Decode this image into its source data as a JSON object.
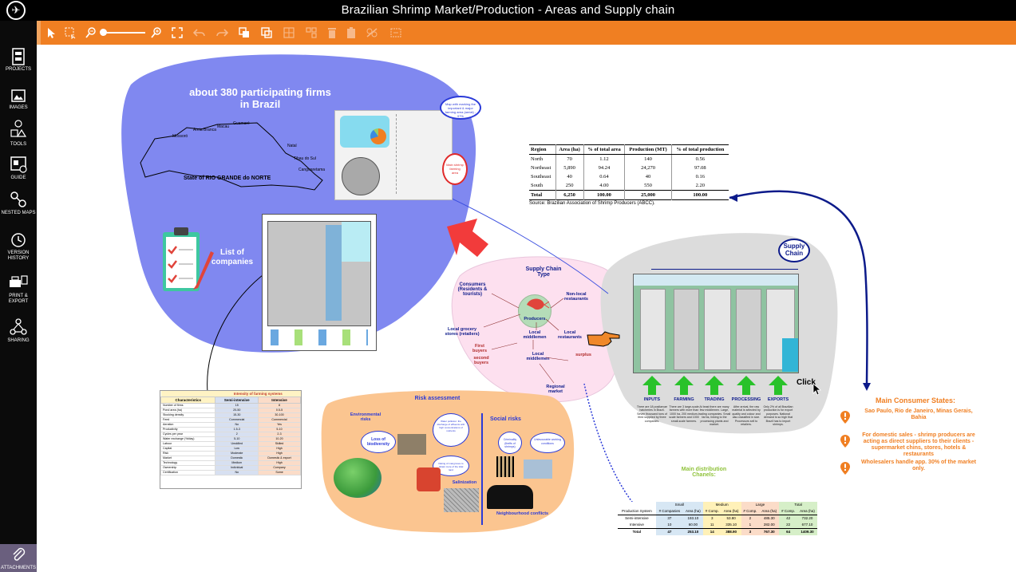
{
  "app": {
    "title": "Brazilian Shrimp Market/Production - Areas and Supply chain"
  },
  "sidebar": {
    "items": [
      {
        "label": "PROJECTS",
        "icon": "projects-icon"
      },
      {
        "label": "IMAGES",
        "icon": "images-icon"
      },
      {
        "label": "TOOLS",
        "icon": "tools-icon"
      },
      {
        "label": "GUIDE",
        "icon": "guide-icon"
      },
      {
        "label": "NESTED MAPS",
        "icon": "nested-maps-icon"
      },
      {
        "label": "VERSION HISTORY",
        "icon": "version-history-icon"
      },
      {
        "label": "PRINT & EXPORT",
        "icon": "print-export-icon"
      },
      {
        "label": "SHARING",
        "icon": "sharing-icon"
      },
      {
        "label": "ATTACHMENTS",
        "icon": "attachments-icon"
      }
    ]
  },
  "toolbar": {
    "zoom_level": 0.05
  },
  "map": {
    "firms_label": "about 380 participating firms in Brazil",
    "rn_labels": {
      "state": "State of RIO GRANDE do NORTE",
      "natal": "Natal",
      "tibau": "Tibau do Sul",
      "canguaretama": "Canguaretama",
      "mossoro": "Mossoró",
      "areia": "Areia Branca",
      "macau": "Macau",
      "guamare": "Guamaré"
    },
    "map_callouts": {
      "top": "Map with marking the important & major farming area (aerial) - 97%",
      "bottom": "Main shrimp farming area"
    },
    "companies_label": "List of companies"
  },
  "area_table": {
    "headers": [
      "Region",
      "Area (ha)",
      "% of total area",
      "Production (MT)",
      "% of total production"
    ],
    "rows": [
      [
        "North",
        "70",
        "1.12",
        "140",
        "0.56"
      ],
      [
        "Northeast",
        "5,890",
        "94.24",
        "24,270",
        "97.08"
      ],
      [
        "Southeast",
        "40",
        "0.64",
        "40",
        "0.16"
      ],
      [
        "South",
        "250",
        "4.00",
        "550",
        "2.20"
      ]
    ],
    "total": [
      "Total",
      "6,250",
      "100.00",
      "25,000",
      "100.00"
    ],
    "source": "Source: Brazilian Association of Shrimp Producers (ABCC)."
  },
  "supply": {
    "title": "Supply Chain Type",
    "consumers": "Consumers (Residents & tourists)",
    "nonlocal": "Non-local restaurants",
    "producers": "Producers",
    "grocery": "Local grocery stores (retailers)",
    "middlemen": "Local middlemen",
    "local_rest": "Local restaurants",
    "first": "First buyers",
    "second": "second buyers",
    "local_mid2": "Local middlemen",
    "surplus": "surplus",
    "regional": "Regional market"
  },
  "chain": {
    "bubble": "Supply Chain",
    "click": "Click",
    "stages": [
      {
        "title": "INPUTS",
        "text": "There are 18 postlarvae hatcheries in Brazil. Seven thousand tons of feed supplied by three companies."
      },
      {
        "title": "FARMING",
        "text": "There are 3 large-scale farmers with more than 1000 ha, 200 medium-scale farmers and 1000 small-scale farmers."
      },
      {
        "title": "TRADING",
        "text": "At least there are many few middlemen. Large, trading companies. Small farms, linking to the processing plants and market."
      },
      {
        "title": "PROCESSING",
        "text": "After arrival, the raw material is selected by quality and colour and also classified in size. Processors sell to retailers."
      },
      {
        "title": "EXPORTS",
        "text": "Only 2% of all Brazilian production is for export purposes. National demand is so high that Brazil has to import shrimps."
      }
    ]
  },
  "characteristics": {
    "headers": [
      "Characteristics",
      "Semi-intensive",
      "Intensive"
    ],
    "group_header": "Intensity of farming systems",
    "rows": [
      [
        "Number of firms",
        "15",
        "8"
      ],
      [
        "Pond area (ha)",
        "20-50",
        "0.5-5"
      ],
      [
        "Stocking density",
        "15-30",
        "30-100"
      ],
      [
        "Feed",
        "Commercial",
        "Commercial"
      ],
      [
        "Aeration",
        "No",
        "Yes"
      ],
      [
        "Productivity",
        "1.5-3",
        "5-10"
      ],
      [
        "Cycles per year",
        "2",
        "2-3"
      ],
      [
        "Water exchange (%/day)",
        "5-10",
        "10-20"
      ],
      [
        "Labour",
        "Unskilled",
        "Skilled"
      ],
      [
        "Capital",
        "Low",
        "High"
      ],
      [
        "Risk",
        "Moderate",
        "High"
      ],
      [
        "Market",
        "Domestic",
        "Domestic & export"
      ],
      [
        "Technology",
        "Medium",
        "High"
      ],
      [
        "Ownership",
        "Individual",
        "Company"
      ],
      [
        "Certification",
        "No",
        "Some"
      ]
    ]
  },
  "risk": {
    "title": "Risk assessment",
    "environmental": "Environmental risks",
    "social": "Social risks",
    "loss": "Loss of biodiversity",
    "water": "Water pollution: the discharge of effluents with high concentrations of nutrients",
    "dating": "Dating of mangroves to obtain more of the tidal land",
    "salinization": "Salinization",
    "social_b1": "Criminality (thefts of shrimps)",
    "social_b2": "Unfavourable working conditions",
    "neighbourhood": "Neighbourhood conflicts"
  },
  "distribution": {
    "title": "Main distribution Chanels:",
    "group_headers": [
      "Small",
      "Medium",
      "Large",
      "Total"
    ],
    "sub_headers": [
      "Production System",
      "# Companies",
      "Area (ha)",
      "# Comp.",
      "Area (ha)",
      "# Comp.",
      "Area (ha)",
      "# Comp.",
      "Area (ha)"
    ],
    "rows": [
      [
        "Semi-intensive",
        "37",
        "193.10",
        "3",
        "53.80",
        "2",
        "485.30",
        "42",
        "732.20"
      ],
      [
        "Intensive",
        "10",
        "60.00",
        "11",
        "335.10",
        "1",
        "282.00",
        "22",
        "677.10"
      ],
      [
        "Total",
        "47",
        "253.10",
        "14",
        "388.90",
        "3",
        "767.30",
        "64",
        "1409.30"
      ]
    ]
  },
  "consumer_states": {
    "title": "Main Consumer States:",
    "items": [
      "Sao Paulo, Rio de Janeiro, Minas Gerais, Bahia",
      "For domestic sales - shrimp producers are acting as direct suppliers to their clients - supermarket chins, stores, hotels & restaurants",
      "Wholesalers handle app. 30% of the market only."
    ]
  },
  "colors": {
    "toolbar": "#f07f22",
    "accent_blue": "#0c1a8a",
    "blob_blue": "#8088f0",
    "pink": "#fde0ef",
    "orange_blob": "#fbc590",
    "gray_blob": "#dcdcdc"
  }
}
